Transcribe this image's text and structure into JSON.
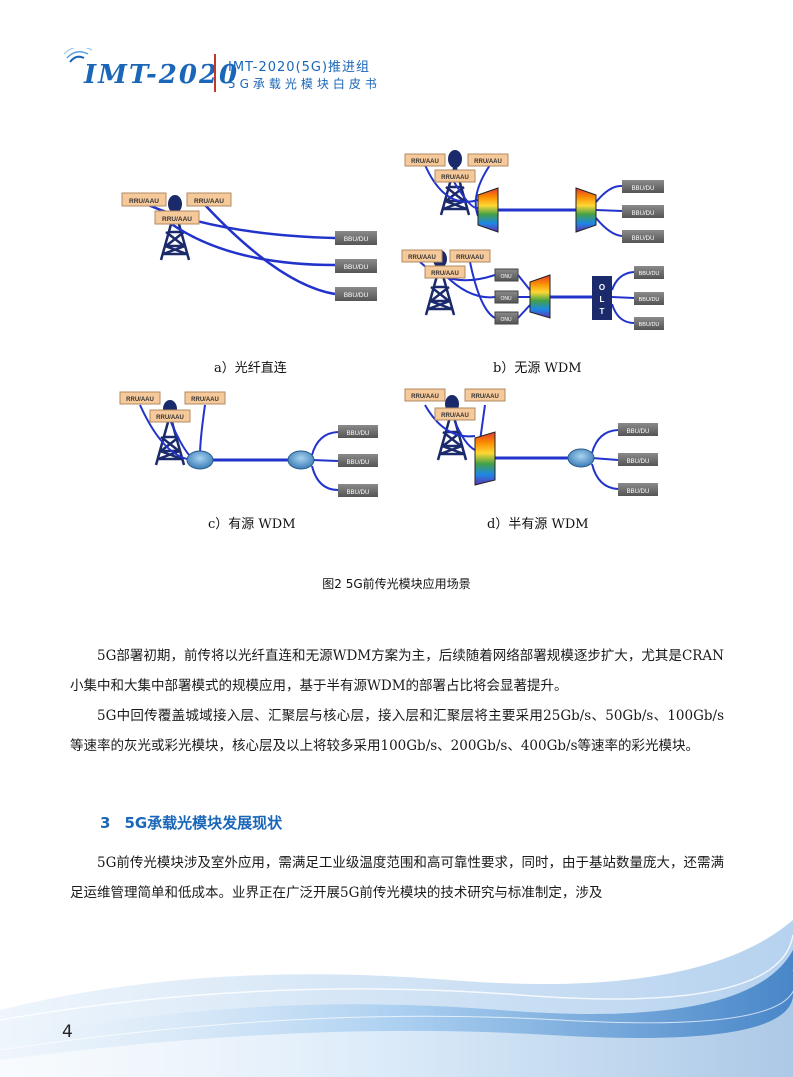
{
  "header": {
    "logo_text": "IMT-2020",
    "title": "IMT-2020(5G)推进组",
    "subtitle": "5G承载光模块白皮书"
  },
  "figure": {
    "labels": {
      "rru": "RRU/AAU",
      "bbu": "BBU/DU",
      "onu": "ONU",
      "olt": "OLT"
    },
    "captions": {
      "a": "a）光纤直连",
      "b": "b）无源 WDM",
      "c": "c）有源 WDM",
      "d": "d）半有源 WDM"
    },
    "title": "图2  5G前传光模块应用场景"
  },
  "body": {
    "p1": "5G部署初期，前传将以光纤直连和无源WDM方案为主，后续随着网络部署规模逐步扩大，尤其是CRAN小集中和大集中部署模式的规模应用，基于半有源WDM的部署占比将会显著提升。",
    "p2": "5G中回传覆盖城域接入层、汇聚层与核心层，接入层和汇聚层将主要采用25Gb/s、50Gb/s、100Gb/s等速率的灰光或彩光模块，核心层及以上将较多采用100Gb/s、200Gb/s、400Gb/s等速率的彩光模块。",
    "section_num": "3",
    "section_title": "5G承载光模块发展现状",
    "p3": "5G前传光模块涉及室外应用，需满足工业级温度范围和高可靠性要求，同时，由于基站数量庞大，还需满足运维管理简单和低成本。业界正在广泛开展5G前传光模块的技术研究与标准制定，涉及"
  },
  "footer": {
    "page_number": "4"
  },
  "colors": {
    "brand_blue": "#1a66b8",
    "accent_red": "#c0392b",
    "fiber_blue": "#2233cc"
  }
}
